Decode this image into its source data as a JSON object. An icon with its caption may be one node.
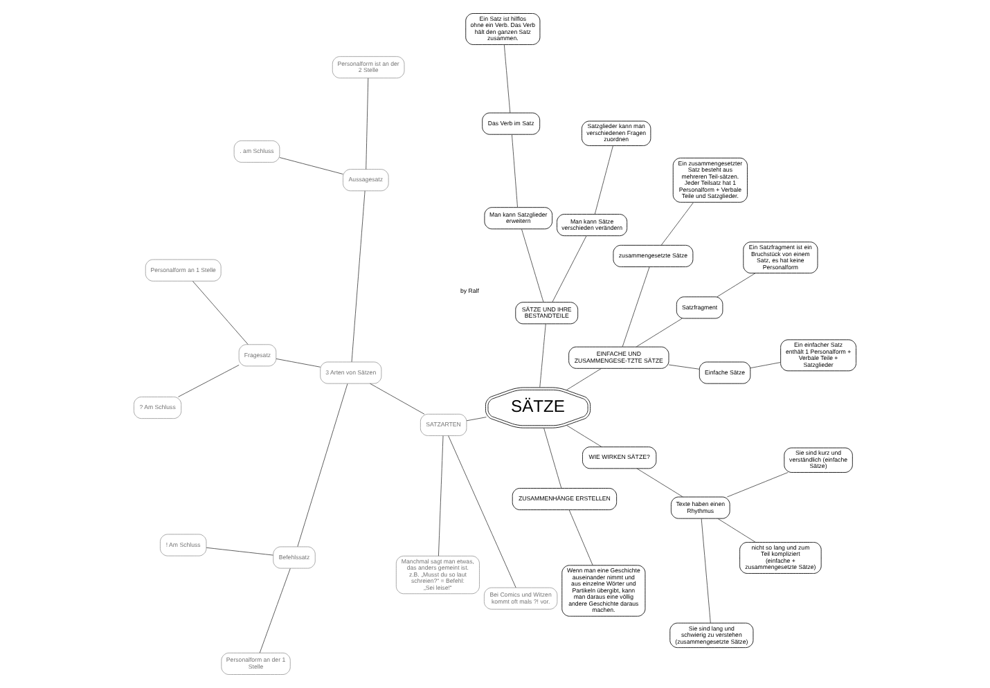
{
  "diagram": {
    "nodes": [
      {
        "text": [
          "SÄTZE"
        ]
      },
      {
        "text": [
          "EINFACHE UND ZUSAMMENGESE-TZTE SÄTZE"
        ]
      },
      {
        "text": [
          "Einfache Sätze"
        ]
      },
      {
        "text": [
          "Ein einfacher Satz enthält 1 Personalform + Verbale Teile + Satzglieder"
        ]
      },
      {
        "text": [
          "Satzfragment"
        ]
      },
      {
        "text": [
          "Ein Satzfragment ist ein Bruchstück von einem Satz, es hat keine Personalform"
        ]
      },
      {
        "text": [
          "zusammengesetzte Sätze"
        ]
      },
      {
        "text": [
          "Ein zusammengesetzter Satz besteht aus mehreren Teil-sätzen. Jeder Teilsatz hat 1 Personalform + Verbale Teile und Satzglieder."
        ]
      },
      {
        "text": [
          "SÄTZE UND IHRE BESTANDTEILE"
        ]
      },
      {
        "text": [
          "Satzglieder kann man verschiedenen Fragen zuordnen"
        ]
      },
      {
        "text": [
          "Man kann Sätze verschieden verändern"
        ]
      },
      {
        "text": [
          "Man kann Satzglieder erweitern"
        ]
      },
      {
        "text": [
          "Das Verb im Satz"
        ]
      },
      {
        "text": [
          "Ein Satz ist hilflos ohne ein Verb. Das Verb hält den ganzen Satz zusammen."
        ]
      },
      {
        "text": [
          "SATZARTEN"
        ]
      },
      {
        "text": [
          "3 Arten von Sätzen"
        ]
      },
      {
        "text": [
          "Aussagesatz"
        ]
      },
      {
        "text": [
          "Personalform ist an der 2 Stelle"
        ]
      },
      {
        "text": [
          ". am Schluss"
        ]
      },
      {
        "text": [
          "Fragesatz"
        ]
      },
      {
        "text": [
          "Personalform an 1 Stelle"
        ]
      },
      {
        "text": [
          "? Am Schluss"
        ]
      },
      {
        "text": [
          "Befehlssatz"
        ]
      },
      {
        "text": [
          "! Am Schluss"
        ]
      },
      {
        "text": [
          "Personalform an der 1 Stelle"
        ]
      },
      {
        "text": [
          "Manchmal sagt man etwas, das anders gemeint ist. z.B. „Musst du so laut schreien?“ = Befehl: „Sei leise!“"
        ]
      },
      {
        "text": [
          "Bei Comics und Witzen kommt oft mals ?! vor."
        ]
      },
      {
        "text": [
          "ZUSAMMENHÄNGE ERSTELLEN"
        ]
      },
      {
        "text": [
          "Wenn man eine Geschichte auseinander nimmt und aus einzelne Wörter und Partikeln übergibt, kann man daraus eine völlig andere Geschichte daraus machen."
        ]
      },
      {
        "text": [
          "WIE WIRKEN SÄTZE?"
        ]
      },
      {
        "text": [
          "Texte haben einen Rhythmus"
        ]
      },
      {
        "text": [
          "Sie sind lang und schwierig zu verstehen (zusammengesetzte Sätze)"
        ]
      },
      {
        "text": [
          "nicht so lang und zum Teil kompliziert (einfache + zusammengesetzte Sätze)"
        ]
      },
      {
        "text": [
          "Sie sind kurz und verständlich (einfache Sätze)"
        ]
      }
    ],
    "edges": [
      {
        "from": 0,
        "to": 1,
        "arrow": "none"
      },
      {
        "from": 1,
        "to": 2,
        "arrow": "none"
      },
      {
        "from": 2,
        "to": 3,
        "arrow": "none"
      },
      {
        "from": 1,
        "to": 4,
        "arrow": "none"
      },
      {
        "from": 4,
        "to": 5,
        "arrow": "none"
      },
      {
        "from": 1,
        "to": 6,
        "arrow": "none"
      },
      {
        "from": 6,
        "to": 7,
        "arrow": "none"
      },
      {
        "from": 0,
        "to": 8,
        "arrow": "none"
      },
      {
        "from": 8,
        "to": 10,
        "arrow": "none"
      },
      {
        "from": 10,
        "to": 9,
        "arrow": "none"
      },
      {
        "from": 8,
        "to": 11,
        "arrow": "none"
      },
      {
        "from": 11,
        "to": 12,
        "arrow": "none"
      },
      {
        "from": 12,
        "to": 13,
        "arrow": "none"
      },
      {
        "from": 0,
        "to": 14,
        "arrow": "none"
      },
      {
        "from": 14,
        "to": 15,
        "arrow": "none"
      },
      {
        "from": 15,
        "to": 16,
        "arrow": "none"
      },
      {
        "from": 16,
        "to": 17,
        "arrow": "none"
      },
      {
        "from": 16,
        "to": 18,
        "arrow": "none"
      },
      {
        "from": 15,
        "to": 19,
        "arrow": "none"
      },
      {
        "from": 19,
        "to": 20,
        "arrow": "none"
      },
      {
        "from": 19,
        "to": 21,
        "arrow": "none"
      },
      {
        "from": 15,
        "to": 22,
        "arrow": "none"
      },
      {
        "from": 22,
        "to": 23,
        "arrow": "none"
      },
      {
        "from": 22,
        "to": 24,
        "arrow": "none"
      },
      {
        "from": 14,
        "to": 25,
        "arrow": "none"
      },
      {
        "from": 14,
        "to": 26,
        "arrow": "none"
      },
      {
        "from": 0,
        "to": 27,
        "arrow": "none"
      },
      {
        "from": 27,
        "to": 28,
        "arrow": "none"
      },
      {
        "from": 0,
        "to": 29,
        "arrow": "none"
      },
      {
        "from": 29,
        "to": 30,
        "arrow": "none"
      },
      {
        "from": 30,
        "to": 31,
        "arrow": "none"
      },
      {
        "from": 30,
        "to": 32,
        "arrow": "none"
      },
      {
        "from": 30,
        "to": 33,
        "arrow": "none"
      }
    ],
    "labels": [
      "by Ralf"
    ]
  }
}
